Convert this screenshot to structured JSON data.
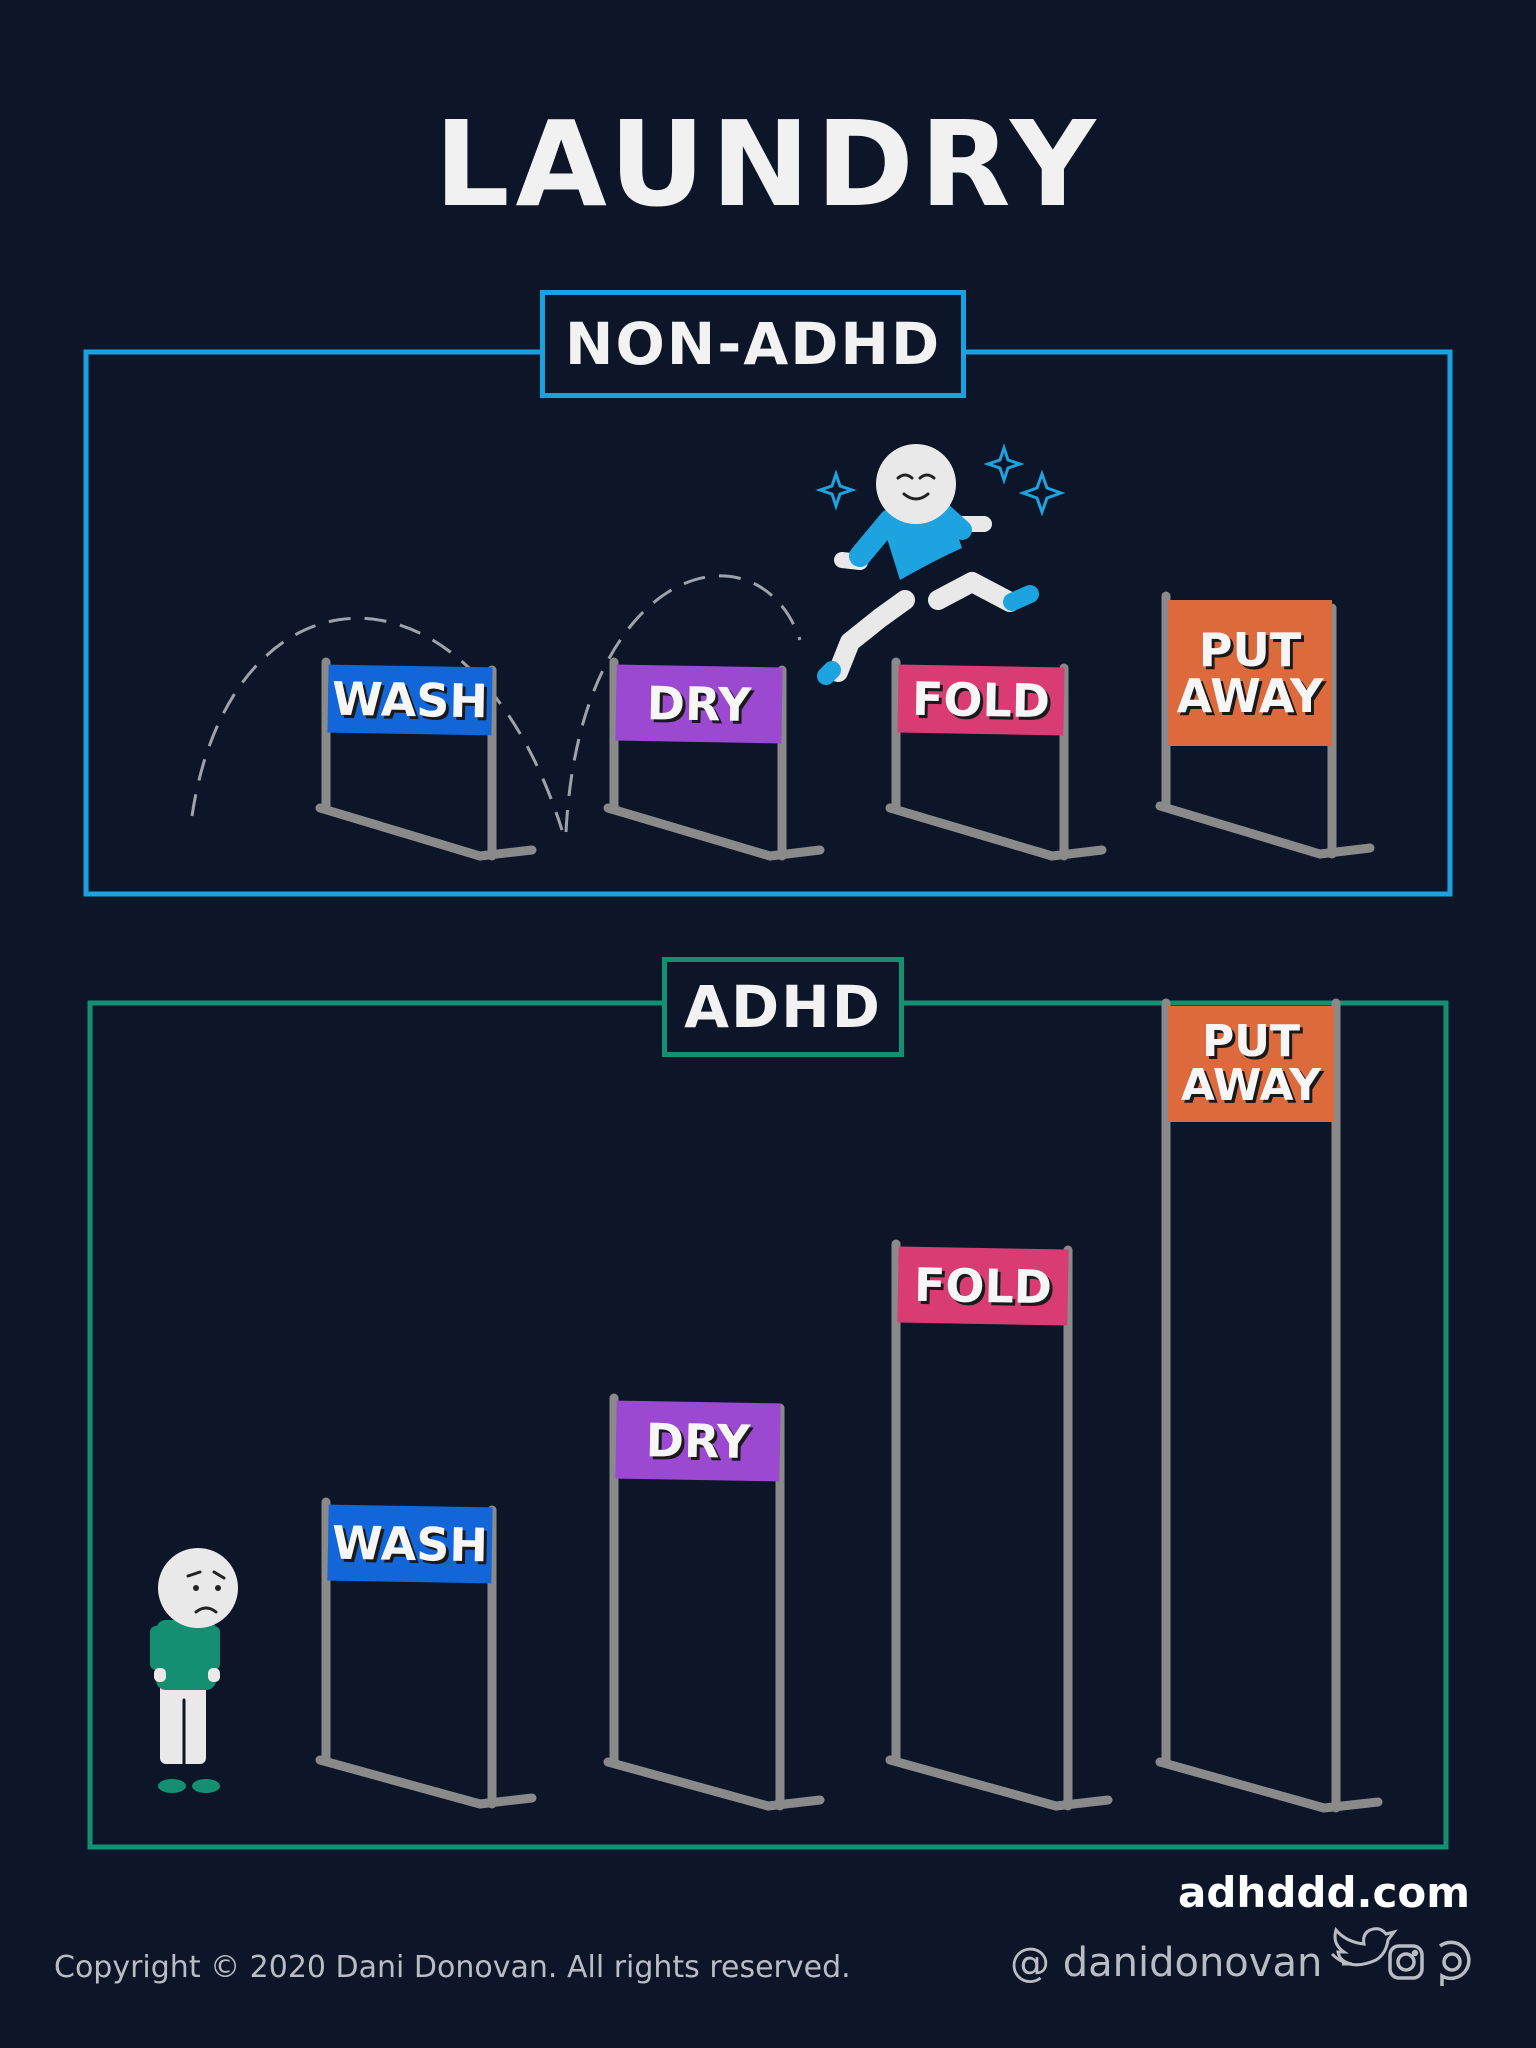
{
  "title": "LAUNDRY",
  "panels": {
    "non_adhd": {
      "label": "NON-ADHD",
      "signs": [
        "WASH",
        "DRY",
        "FOLD",
        "PUT AWAY"
      ]
    },
    "adhd": {
      "label": "ADHD",
      "signs": [
        "WASH",
        "DRY",
        "FOLD",
        "PUT AWAY"
      ]
    }
  },
  "footer": {
    "site": "adhddd.com",
    "copyright": "Copyright © 2020 Dani Donovan. All rights reserved.",
    "handle": "@ danidonovan",
    "social_icons": [
      "twitter-icon",
      "instagram-icon",
      "patreon-icon"
    ]
  },
  "colors": {
    "background": "#0c1628",
    "non_adhd_frame": "#1aa2e0",
    "adhd_frame": "#148f72",
    "wash": "#1366d8",
    "dry": "#9a49d0",
    "fold": "#d93c72",
    "put_away": "#dd6a3d",
    "hurdle": "#8a8a8a"
  }
}
